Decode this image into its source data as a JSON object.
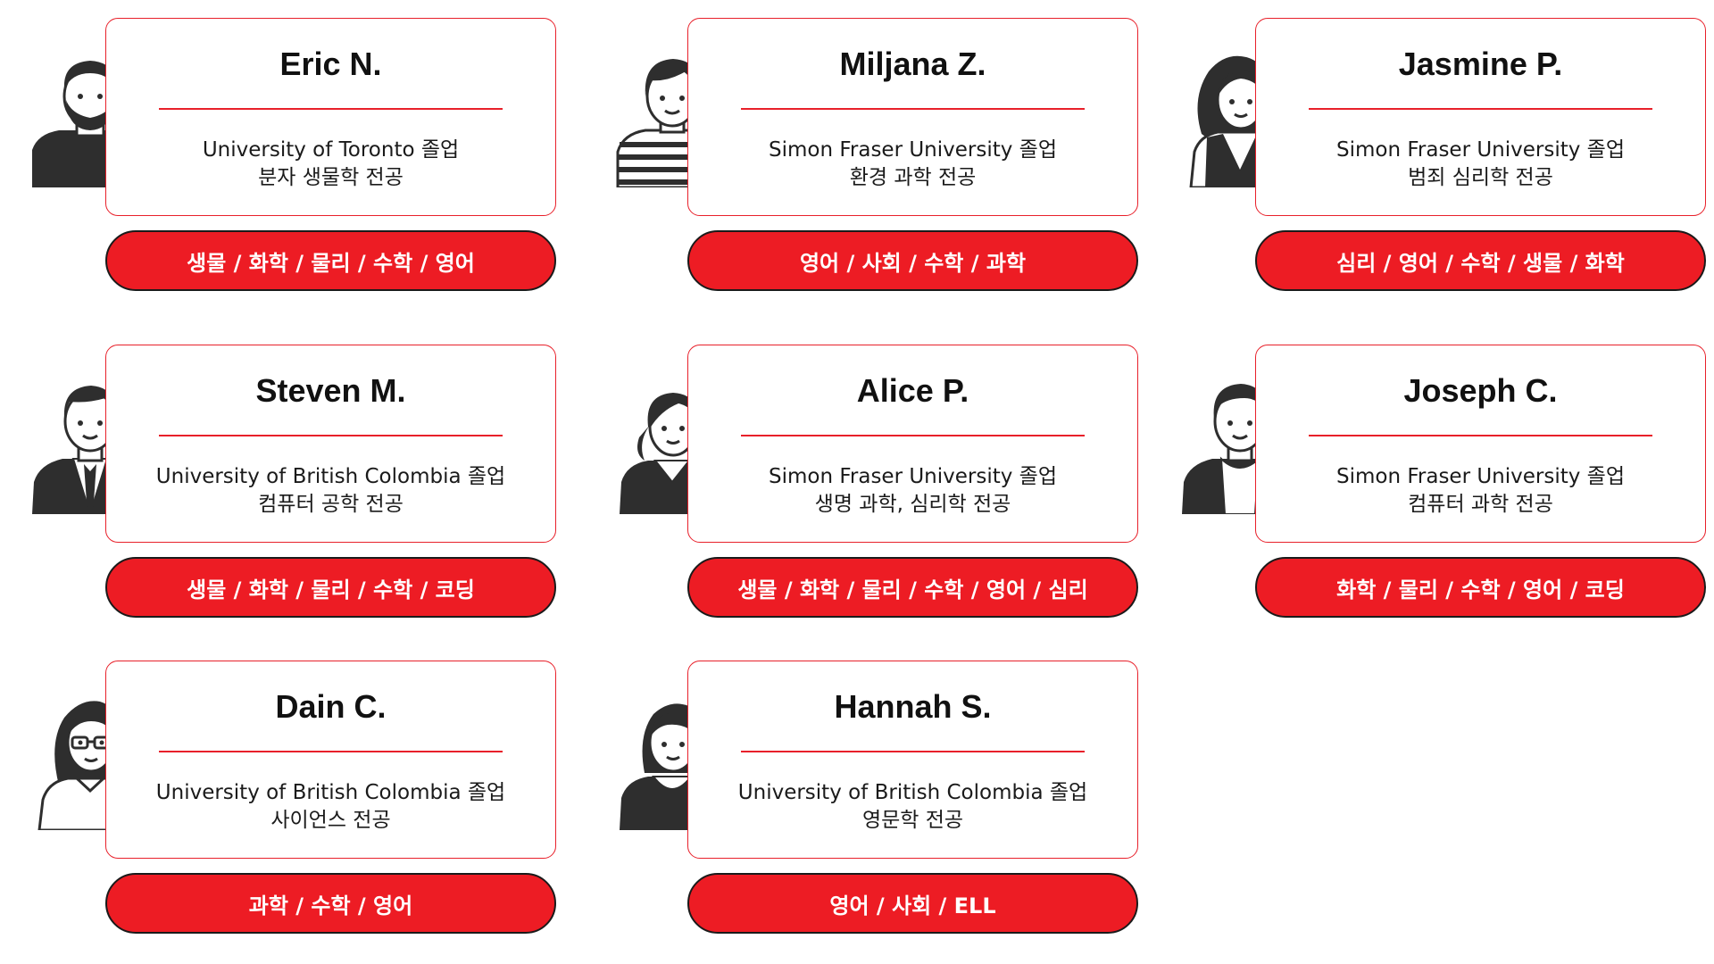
{
  "tutors": [
    {
      "name": "Eric N.",
      "school": "University of Toronto 졸업",
      "major": "분자 생물학 전공",
      "subjects": "생물 / 화학 / 물리 / 수학 / 영어",
      "avatar": "man-beard-avatar-icon"
    },
    {
      "name": "Miljana Z.",
      "school": "Simon Fraser University 졸업",
      "major": "환경 과학 전공",
      "subjects": "영어 / 사회 / 수학 / 과학",
      "avatar": "woman-striped-shirt-avatar-icon"
    },
    {
      "name": "Jasmine P.",
      "school": "Simon Fraser University 졸업",
      "major": "범죄 심리학 전공",
      "subjects": "심리 / 영어 / 수학 / 생물 / 화학",
      "avatar": "woman-long-hair-avatar-icon"
    },
    {
      "name": "Steven M.",
      "school": "University of British Colombia 졸업",
      "major": "컴퓨터 공학 전공",
      "subjects": "생물 / 화학 / 물리 / 수학 / 코딩",
      "avatar": "man-suit-avatar-icon"
    },
    {
      "name": "Alice P.",
      "school": "Simon Fraser University 졸업",
      "major": "생명 과학, 심리학 전공",
      "subjects": "생물 / 화학 / 물리 / 수학 / 영어 / 심리",
      "avatar": "woman-ponytail-avatar-icon"
    },
    {
      "name": "Joseph C.",
      "school": "Simon Fraser University 졸업",
      "major": "컴퓨터 과학 전공",
      "subjects": "화학 / 물리 / 수학 / 영어 / 코딩",
      "avatar": "man-jacket-avatar-icon"
    },
    {
      "name": "Dain C.",
      "school": "University of British Colombia 졸업",
      "major": "사이언스 전공",
      "subjects": "과학 / 수학 / 영어",
      "avatar": "woman-glasses-avatar-icon"
    },
    {
      "name": "Hannah S.",
      "school": "University of British Colombia 졸업",
      "major": "영문학 전공",
      "subjects": "영어 / 사회 / ELL",
      "avatar": "woman-short-hair-avatar-icon"
    }
  ],
  "colors": {
    "accent": "#ed1c24",
    "avatar": "#2e2e2e"
  }
}
